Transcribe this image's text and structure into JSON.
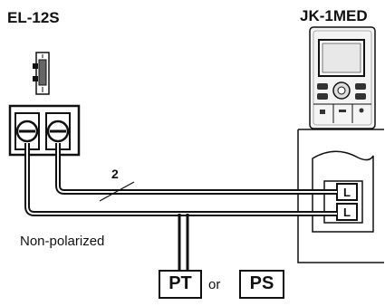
{
  "devices": {
    "lock_model": "EL-12S",
    "monitor_model": "JK-1MED"
  },
  "wiring": {
    "wire_count": "2",
    "polarity_note": "Non-polarized",
    "terminal_labels": [
      "L",
      "L"
    ]
  },
  "power": {
    "option_a": "PT",
    "connector": "or",
    "option_b": "PS"
  },
  "colors": {
    "line": "#111111",
    "background": "#ffffff"
  }
}
